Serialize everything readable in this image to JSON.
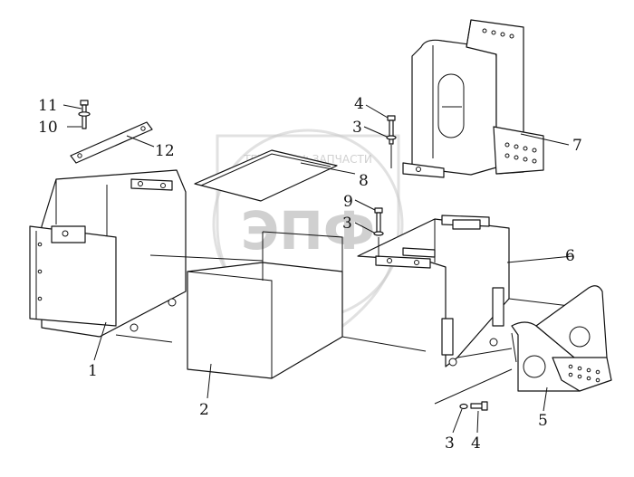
{
  "watermark": {
    "top_text": "ТЕХНИКА  ✲  ЗАПЧАСТИ",
    "logo_text": "ЭПФ"
  },
  "callouts": [
    {
      "id": "c1",
      "text": "1"
    },
    {
      "id": "c2",
      "text": "2"
    },
    {
      "id": "c3a",
      "text": "3"
    },
    {
      "id": "c3b",
      "text": "3"
    },
    {
      "id": "c3c",
      "text": "3"
    },
    {
      "id": "c4a",
      "text": "4"
    },
    {
      "id": "c4b",
      "text": "4"
    },
    {
      "id": "c5",
      "text": "5"
    },
    {
      "id": "c6",
      "text": "6"
    },
    {
      "id": "c7",
      "text": "7"
    },
    {
      "id": "c8",
      "text": "8"
    },
    {
      "id": "c9",
      "text": "9"
    },
    {
      "id": "c10",
      "text": "10"
    },
    {
      "id": "c11",
      "text": "11"
    },
    {
      "id": "c12",
      "text": "12"
    }
  ]
}
